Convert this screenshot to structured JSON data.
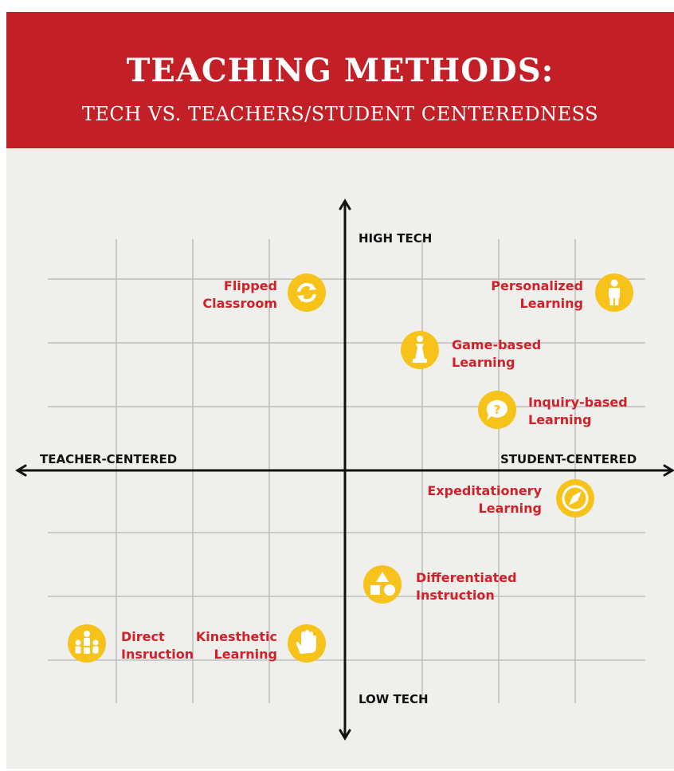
{
  "header": {
    "title": "TEACHING METHODS:",
    "subtitle": "TECH VS. TEACHERS/STUDENT CENTEREDNESS"
  },
  "axes": {
    "top": "HIGH TECH",
    "bottom": "LOW TECH",
    "left": "TEACHER-CENTERED",
    "right": "STUDENT-CENTERED"
  },
  "colors": {
    "header_bg": "#c22026",
    "panel_bg": "#efefec",
    "label": "#d0202a",
    "icon_fill": "#f7c31a",
    "grid": "#bdbdbd"
  },
  "methods": [
    {
      "line1": "Flipped",
      "line2": "Classroom",
      "icon": "refresh-icon"
    },
    {
      "line1": "Personalized",
      "line2": "Learning",
      "icon": "person-icon"
    },
    {
      "line1": "Game-based",
      "line2": "Learning",
      "icon": "chess-piece-icon"
    },
    {
      "line1": "Inquiry-based",
      "line2": "Learning",
      "icon": "question-icon"
    },
    {
      "line1": "Expeditationery",
      "line2": "Learning",
      "icon": "compass-icon"
    },
    {
      "line1": "Differentiated",
      "line2": "Instruction",
      "icon": "shapes-icon"
    },
    {
      "line1": "Kinesthetic",
      "line2": "Learning",
      "icon": "hand-icon"
    },
    {
      "line1": "Direct",
      "line2": "Insruction",
      "icon": "group-icon"
    }
  ]
}
